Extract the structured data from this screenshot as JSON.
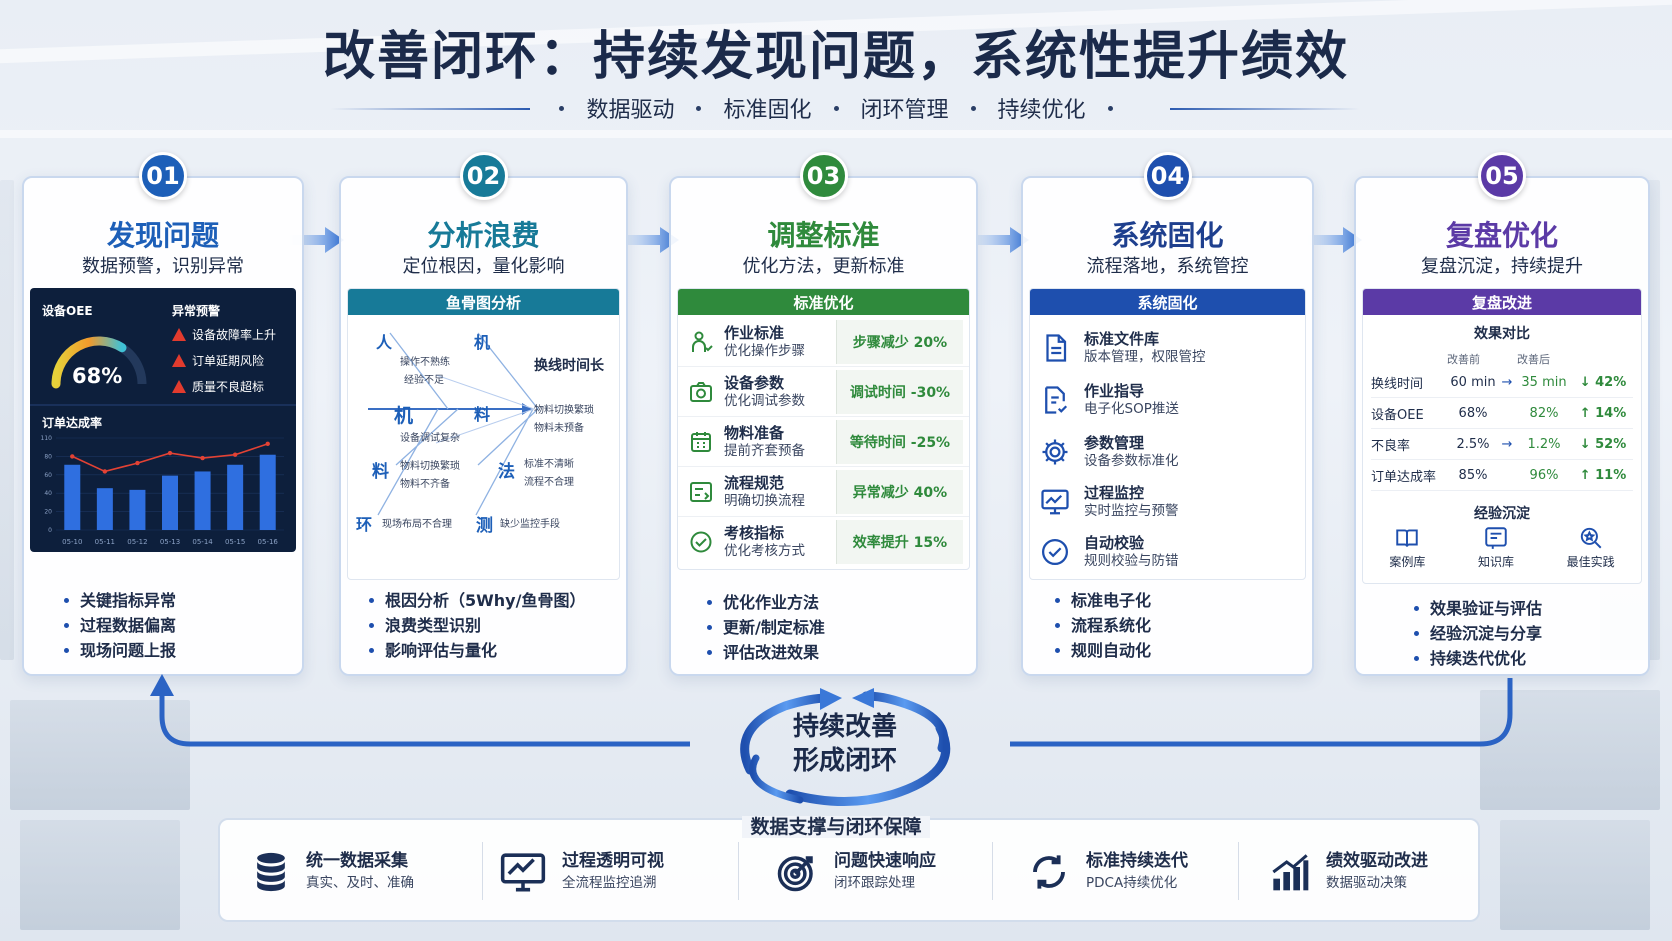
{
  "title": "改善闭环：持续发现问题，系统性提升绩效",
  "subtitle_tags": [
    "数据驱动",
    "标准固化",
    "闭环管理",
    "持续优化"
  ],
  "colors": {
    "blue": "#1d5fb8",
    "teal": "#177a98",
    "green": "#2f8a3c",
    "navy": "#1e4fae",
    "purple": "#5b3aa6"
  },
  "steps": [
    {
      "num": "01",
      "title": "发现问题",
      "subtitle": "数据预警，识别异常",
      "dashboard": {
        "oee_label": "设备OEE",
        "oee_value": "68%",
        "oee_percent": 68,
        "alerts_label": "异常预警",
        "alerts": [
          "设备故障率上升",
          "订单延期风险",
          "质量不良超标"
        ],
        "chart_title": "订单达成率",
        "chart_data": {
          "type": "bar",
          "categories": [
            "05-10",
            "05-11",
            "05-12",
            "05-13",
            "05-14",
            "05-15",
            "05-16"
          ],
          "values": [
            78,
            50,
            48,
            65,
            70,
            78,
            90
          ],
          "line": [
            88,
            70,
            80,
            92,
            86,
            90,
            103
          ],
          "ylim": [
            0,
            110
          ],
          "yticks": [
            "110",
            "80",
            "60",
            "40",
            "20",
            "0"
          ]
        }
      },
      "bullets": [
        "关键指标异常",
        "过程数据偏离",
        "现场问题上报"
      ]
    },
    {
      "num": "02",
      "title": "分析浪费",
      "subtitle": "定位根因，量化影响",
      "panel_title": "鱼骨图分析",
      "fishbone": {
        "head": "换线时间长",
        "cats": [
          "人",
          "机",
          "料",
          "机",
          "法",
          "环",
          "测"
        ],
        "notes": [
          "操作不熟练",
          "经验不足",
          "设备调试复杂",
          "物料切换繁琐",
          "物料未预备",
          "标准不清晰",
          "流程不合理",
          "物料切换繁琐",
          "物料不齐备",
          "现场布局不合理",
          "缺少监控手段"
        ]
      },
      "bullets": [
        "根因分析（5Why/鱼骨图）",
        "浪费类型识别",
        "影响评估与量化"
      ]
    },
    {
      "num": "03",
      "title": "调整标准",
      "subtitle": "优化方法，更新标准",
      "panel_title": "标准优化",
      "rows": [
        {
          "icon": "operator-icon",
          "name": "作业标准",
          "desc": "优化操作步骤",
          "effect": "步骤减少 20%"
        },
        {
          "icon": "camera-icon",
          "name": "设备参数",
          "desc": "优化调试参数",
          "effect": "调试时间 -30%"
        },
        {
          "icon": "calendar-icon",
          "name": "物料准备",
          "desc": "提前齐套预备",
          "effect": "等待时间 -25%"
        },
        {
          "icon": "flow-icon",
          "name": "流程规范",
          "desc": "明确切换流程",
          "effect": "异常减少 40%"
        },
        {
          "icon": "check-circle-icon",
          "name": "考核指标",
          "desc": "优化考核方式",
          "effect": "效率提升 15%"
        }
      ],
      "bullets": [
        "优化作业方法",
        "更新/制定标准",
        "评估改进效果"
      ]
    },
    {
      "num": "04",
      "title": "系统固化",
      "subtitle": "流程落地，系统管控",
      "panel_title": "系统固化",
      "rows": [
        {
          "icon": "document-icon",
          "name": "标准文件库",
          "desc": "版本管理，权限管控"
        },
        {
          "icon": "document-check-icon",
          "name": "作业指导",
          "desc": "电子化SOP推送"
        },
        {
          "icon": "gear-icon",
          "name": "参数管理",
          "desc": "设备参数标准化"
        },
        {
          "icon": "monitor-chart-icon",
          "name": "过程监控",
          "desc": "实时监控与预警"
        },
        {
          "icon": "shield-check-icon",
          "name": "自动校验",
          "desc": "规则校验与防错"
        }
      ],
      "bullets": [
        "标准电子化",
        "流程系统化",
        "规则自动化"
      ]
    },
    {
      "num": "05",
      "title": "复盘优化",
      "subtitle": "复盘沉淀，持续提升",
      "panel_title": "复盘改进",
      "compare_title": "效果对比",
      "before_label": "改善前",
      "after_label": "改善后",
      "table": [
        {
          "metric": "换线时间",
          "before": "60 min",
          "after": "35 min",
          "delta": "↓ 42%"
        },
        {
          "metric": "设备OEE",
          "before": "68%",
          "after": "82%",
          "delta": "↑ 14%"
        },
        {
          "metric": "不良率",
          "before": "2.5%",
          "after": "1.2%",
          "delta": "↓ 52%"
        },
        {
          "metric": "订单达成率",
          "before": "85%",
          "after": "96%",
          "delta": "↑ 11%"
        }
      ],
      "exp_title": "经验沉淀",
      "exp": [
        {
          "icon": "book-icon",
          "label": "案例库"
        },
        {
          "icon": "knowledge-icon",
          "label": "知识库"
        },
        {
          "icon": "search-star-icon",
          "label": "最佳实践"
        }
      ],
      "bullets": [
        "效果验证与评估",
        "经验沉淀与分享",
        "持续迭代优化"
      ]
    }
  ],
  "center": {
    "line1": "持续改善",
    "line2": "形成闭环"
  },
  "bottom": {
    "title": "数据支撑与闭环保障",
    "items": [
      {
        "icon": "database-icon",
        "title": "统一数据采集",
        "desc": "真实、及时、准确"
      },
      {
        "icon": "monitor-trend-icon",
        "title": "过程透明可视",
        "desc": "全流程监控追溯"
      },
      {
        "icon": "target-icon",
        "title": "问题快速响应",
        "desc": "闭环跟踪处理"
      },
      {
        "icon": "cycle-icon",
        "title": "标准持续迭代",
        "desc": "PDCA持续优化"
      },
      {
        "icon": "bar-growth-icon",
        "title": "绩效驱动改进",
        "desc": "数据驱动决策"
      }
    ]
  }
}
